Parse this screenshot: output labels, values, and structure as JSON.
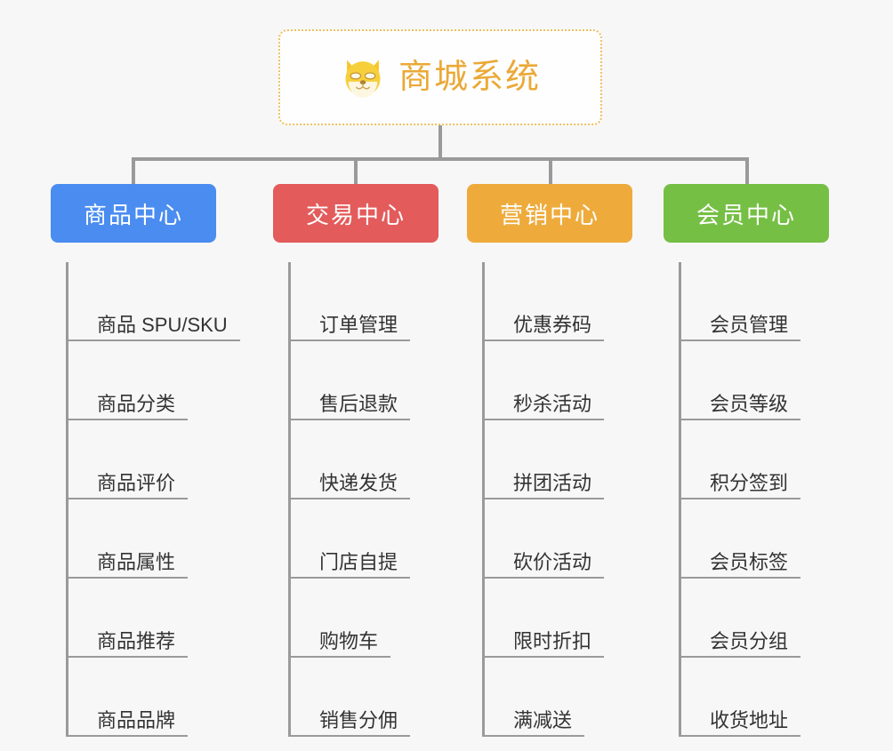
{
  "diagram": {
    "type": "org-chart",
    "background_color": "#f7f7f7",
    "connector_color": "#9a9a9a",
    "root": {
      "title": "商城系统",
      "icon": "dog-face-icon",
      "border_color": "#f0c060",
      "text_color": "#eaa937",
      "background_color": "#fefefe"
    },
    "columns": [
      {
        "id": "product-center",
        "label": "商品中心",
        "color": "#4a8cf0",
        "items": [
          "商品 SPU/SKU",
          "商品分类",
          "商品评价",
          "商品属性",
          "商品推荐",
          "商品品牌"
        ]
      },
      {
        "id": "trade-center",
        "label": "交易中心",
        "color": "#e35b5b",
        "items": [
          "订单管理",
          "售后退款",
          "快递发货",
          "门店自提",
          "购物车",
          "销售分佣"
        ]
      },
      {
        "id": "marketing-center",
        "label": "营销中心",
        "color": "#eeab3c",
        "items": [
          "优惠券码",
          "秒杀活动",
          "拼团活动",
          "砍价活动",
          "限时折扣",
          "满减送"
        ]
      },
      {
        "id": "member-center",
        "label": "会员中心",
        "color": "#76bf45",
        "items": [
          "会员管理",
          "会员等级",
          "积分签到",
          "会员标签",
          "会员分组",
          "收货地址"
        ]
      }
    ]
  }
}
